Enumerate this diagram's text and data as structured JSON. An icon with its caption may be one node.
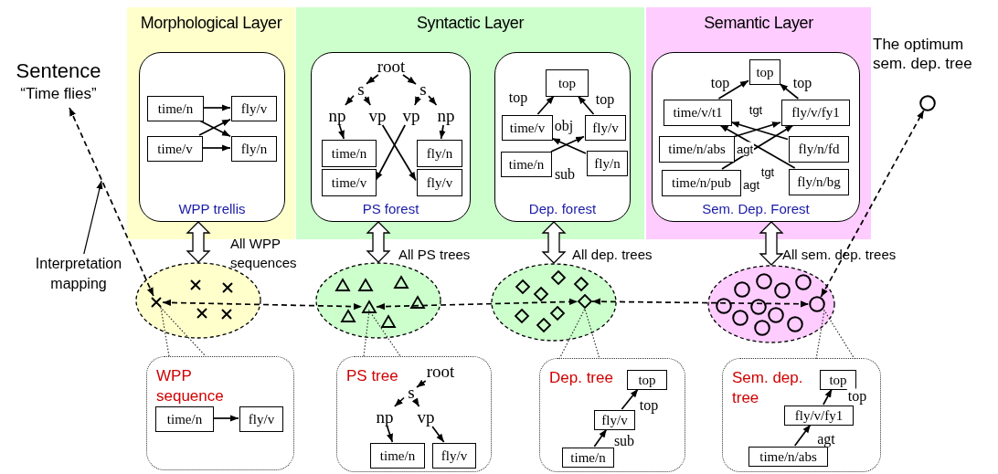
{
  "diagram": {
    "nodes": [
      {
        "text": [
          "Sentence",
          "“Time flies”"
        ]
      },
      {
        "text": [
          "Morphological Layer"
        ]
      },
      {
        "text": [
          "WPP trellis"
        ],
        "in": 1
      },
      {
        "text": [
          "time/n"
        ],
        "in": 2
      },
      {
        "text": [
          "time/v"
        ],
        "in": 2
      },
      {
        "text": [
          "fly/v"
        ],
        "in": 2
      },
      {
        "text": [
          "fly/n"
        ],
        "in": 2
      },
      {
        "text": [
          "Syntactic Layer"
        ]
      },
      {
        "text": [
          "PS forest"
        ],
        "in": 7
      },
      {
        "text": [
          "root"
        ],
        "in": 8
      },
      {
        "text": [
          "s"
        ],
        "in": 8
      },
      {
        "text": [
          "s"
        ],
        "in": 8
      },
      {
        "text": [
          "np"
        ],
        "in": 8
      },
      {
        "text": [
          "vp"
        ],
        "in": 8
      },
      {
        "text": [
          "vp"
        ],
        "in": 8
      },
      {
        "text": [
          "np"
        ],
        "in": 8
      },
      {
        "text": [
          "time/n"
        ],
        "in": 8
      },
      {
        "text": [
          "time/v"
        ],
        "in": 8
      },
      {
        "text": [
          "fly/n"
        ],
        "in": 8
      },
      {
        "text": [
          "fly/v"
        ],
        "in": 8
      },
      {
        "text": [
          "Dep. forest"
        ],
        "in": 7
      },
      {
        "text": [
          "top"
        ],
        "in": 20
      },
      {
        "text": [
          "time/v"
        ],
        "in": 20
      },
      {
        "text": [
          "fly/v"
        ],
        "in": 20
      },
      {
        "text": [
          "time/n"
        ],
        "in": 20
      },
      {
        "text": [
          "fly/n"
        ],
        "in": 20
      },
      {
        "text": [
          "Semantic Layer"
        ]
      },
      {
        "text": [
          "Sem. Dep. Forest"
        ],
        "in": 26
      },
      {
        "text": [
          "top"
        ],
        "in": 27
      },
      {
        "text": [
          "time/v/t1"
        ],
        "in": 27
      },
      {
        "text": [
          "fly/v/fy1"
        ],
        "in": 27
      },
      {
        "text": [
          "time/n/abs"
        ],
        "in": 27
      },
      {
        "text": [
          "fly/n/fd"
        ],
        "in": 27
      },
      {
        "text": [
          "time/n/pub"
        ],
        "in": 27
      },
      {
        "text": [
          "fly/n/bg"
        ],
        "in": 27
      },
      {
        "text": [],
        "shape": "circle",
        "beside": [
          "The optimum sem. dep. tree"
        ]
      },
      {
        "text": [
          "Interpretation mapping"
        ]
      },
      {
        "text": [],
        "shape": "ellipse",
        "beside": [
          "All WPP sequences"
        ]
      },
      {
        "text": [],
        "shape": "cross",
        "in": 37
      },
      {
        "text": [],
        "shape": "cross",
        "in": 37
      },
      {
        "text": [],
        "shape": "cross",
        "in": 37
      },
      {
        "text": [],
        "shape": "cross",
        "in": 37
      },
      {
        "text": [],
        "shape": "cross",
        "in": 37
      },
      {
        "text": [],
        "shape": "ellipse",
        "beside": [
          "All PS trees"
        ]
      },
      {
        "text": [],
        "shape": "triangle",
        "in": 43
      },
      {
        "text": [],
        "shape": "triangle",
        "in": 43
      },
      {
        "text": [],
        "shape": "triangle",
        "in": 43
      },
      {
        "text": [],
        "shape": "triangle",
        "in": 43
      },
      {
        "text": [],
        "shape": "triangle",
        "in": 43
      },
      {
        "text": [],
        "shape": "triangle",
        "in": 43
      },
      {
        "text": [],
        "shape": "triangle",
        "in": 43
      },
      {
        "text": [],
        "shape": "ellipse",
        "beside": [
          "All dep. trees"
        ]
      },
      {
        "text": [],
        "shape": "diamond",
        "in": 51
      },
      {
        "text": [],
        "shape": "diamond",
        "in": 51
      },
      {
        "text": [],
        "shape": "diamond",
        "in": 51
      },
      {
        "text": [],
        "shape": "diamond",
        "in": 51
      },
      {
        "text": [],
        "shape": "diamond",
        "in": 51
      },
      {
        "text": [],
        "shape": "diamond",
        "in": 51
      },
      {
        "text": [],
        "shape": "diamond",
        "in": 51
      },
      {
        "text": [],
        "shape": "diamond",
        "in": 51
      },
      {
        "text": [],
        "shape": "ellipse",
        "beside": [
          "All sem. dep. trees"
        ]
      },
      {
        "text": [],
        "shape": "circle",
        "in": 60
      },
      {
        "text": [],
        "shape": "circle",
        "in": 60
      },
      {
        "text": [],
        "shape": "circle",
        "in": 60
      },
      {
        "text": [],
        "shape": "circle",
        "in": 60
      },
      {
        "text": [],
        "shape": "circle",
        "in": 60
      },
      {
        "text": [],
        "shape": "circle",
        "in": 60
      },
      {
        "text": [],
        "shape": "circle",
        "in": 60
      },
      {
        "text": [],
        "shape": "circle",
        "in": 60
      },
      {
        "text": [],
        "shape": "circle",
        "in": 60
      },
      {
        "text": [],
        "shape": "circle",
        "in": 60
      },
      {
        "text": [],
        "shape": "circle",
        "in": 60
      },
      {
        "text": [
          "WPP sequence"
        ]
      },
      {
        "text": [
          "time/n"
        ],
        "in": 72
      },
      {
        "text": [
          "fly/v"
        ],
        "in": 72
      },
      {
        "text": [
          "PS tree"
        ]
      },
      {
        "text": [
          "root"
        ],
        "in": 75
      },
      {
        "text": [
          "s"
        ],
        "in": 75
      },
      {
        "text": [
          "np"
        ],
        "in": 75
      },
      {
        "text": [
          "vp"
        ],
        "in": 75
      },
      {
        "text": [
          "time/n"
        ],
        "in": 75
      },
      {
        "text": [
          "fly/v"
        ],
        "in": 75
      },
      {
        "text": [
          "Dep. tree"
        ]
      },
      {
        "text": [
          "top"
        ],
        "in": 82
      },
      {
        "text": [
          "fly/v"
        ],
        "in": 82
      },
      {
        "text": [
          "time/n"
        ],
        "in": 82
      },
      {
        "text": [
          "Sem. dep. tree"
        ]
      },
      {
        "text": [
          "top"
        ],
        "in": 86
      },
      {
        "text": [
          "fly/v/fy1"
        ],
        "in": 86
      },
      {
        "text": [
          "time/n/abs"
        ],
        "in": 86
      }
    ],
    "edges": [
      {
        "from": 3,
        "to": 5,
        "arrow": "to"
      },
      {
        "from": 3,
        "to": 6,
        "arrow": "to"
      },
      {
        "from": 4,
        "to": 5,
        "arrow": "to"
      },
      {
        "from": 4,
        "to": 6,
        "arrow": "to"
      },
      {
        "from": 9,
        "to": 10,
        "arrow": "to"
      },
      {
        "from": 9,
        "to": 11,
        "arrow": "to"
      },
      {
        "from": 10,
        "to": 12,
        "arrow": "to"
      },
      {
        "from": 10,
        "to": 13,
        "arrow": "to"
      },
      {
        "from": 11,
        "to": 14,
        "arrow": "to"
      },
      {
        "from": 11,
        "to": 15,
        "arrow": "to"
      },
      {
        "from": 12,
        "to": 16,
        "arrow": "to"
      },
      {
        "from": 13,
        "to": 19,
        "arrow": "to"
      },
      {
        "from": 14,
        "to": 17,
        "arrow": "to"
      },
      {
        "from": 15,
        "to": 18,
        "arrow": "to"
      },
      {
        "from": 22,
        "to": 21,
        "arrow": "to",
        "label": "top"
      },
      {
        "from": 23,
        "to": 21,
        "arrow": "to",
        "label": "top"
      },
      {
        "from": 25,
        "to": 22,
        "arrow": "to",
        "label": "obj"
      },
      {
        "from": 24,
        "to": 23,
        "arrow": "to",
        "label": "sub"
      },
      {
        "from": 29,
        "to": 28,
        "arrow": "to",
        "label": "top"
      },
      {
        "from": 30,
        "to": 28,
        "arrow": "to",
        "label": "top"
      },
      {
        "from": 32,
        "to": 29,
        "arrow": "to",
        "label": "tgt"
      },
      {
        "from": 31,
        "to": 30,
        "arrow": "to",
        "label": "agt"
      },
      {
        "from": 34,
        "to": 29,
        "arrow": "to",
        "label": "tgt"
      },
      {
        "from": 33,
        "to": 30,
        "arrow": "to",
        "label": "agt"
      },
      {
        "from": 2,
        "to": 37,
        "arrow": "both",
        "style": "thick"
      },
      {
        "from": 8,
        "to": 43,
        "arrow": "both",
        "style": "thick"
      },
      {
        "from": 20,
        "to": 51,
        "arrow": "both",
        "style": "thick"
      },
      {
        "from": 27,
        "to": 60,
        "arrow": "both",
        "style": "thick"
      },
      {
        "from": 0,
        "to": 38,
        "arrow": "both",
        "style": "dashed"
      },
      {
        "from": 38,
        "to": 47,
        "arrow": "both",
        "style": "dashed"
      },
      {
        "from": 47,
        "to": 59,
        "arrow": "both",
        "style": "dashed"
      },
      {
        "from": 59,
        "to": 71,
        "arrow": "both",
        "style": "dashed"
      },
      {
        "from": 71,
        "to": 35,
        "arrow": "both",
        "style": "dashed"
      },
      {
        "from": 36,
        "to": null,
        "arrow": "to"
      },
      {
        "from": 73,
        "to": 74,
        "arrow": "to"
      },
      {
        "from": 76,
        "to": 77,
        "arrow": "to"
      },
      {
        "from": 77,
        "to": 78,
        "arrow": "to"
      },
      {
        "from": 77,
        "to": 79,
        "arrow": "to"
      },
      {
        "from": 78,
        "to": 80,
        "arrow": "to"
      },
      {
        "from": 79,
        "to": 81,
        "arrow": "to"
      },
      {
        "from": 84,
        "to": 83,
        "arrow": "to",
        "label": "top"
      },
      {
        "from": 85,
        "to": 84,
        "arrow": "to",
        "label": "sub"
      },
      {
        "from": 88,
        "to": 87,
        "arrow": "to",
        "label": "top"
      },
      {
        "from": 89,
        "to": 88,
        "arrow": "to",
        "label": "agt"
      }
    ]
  }
}
